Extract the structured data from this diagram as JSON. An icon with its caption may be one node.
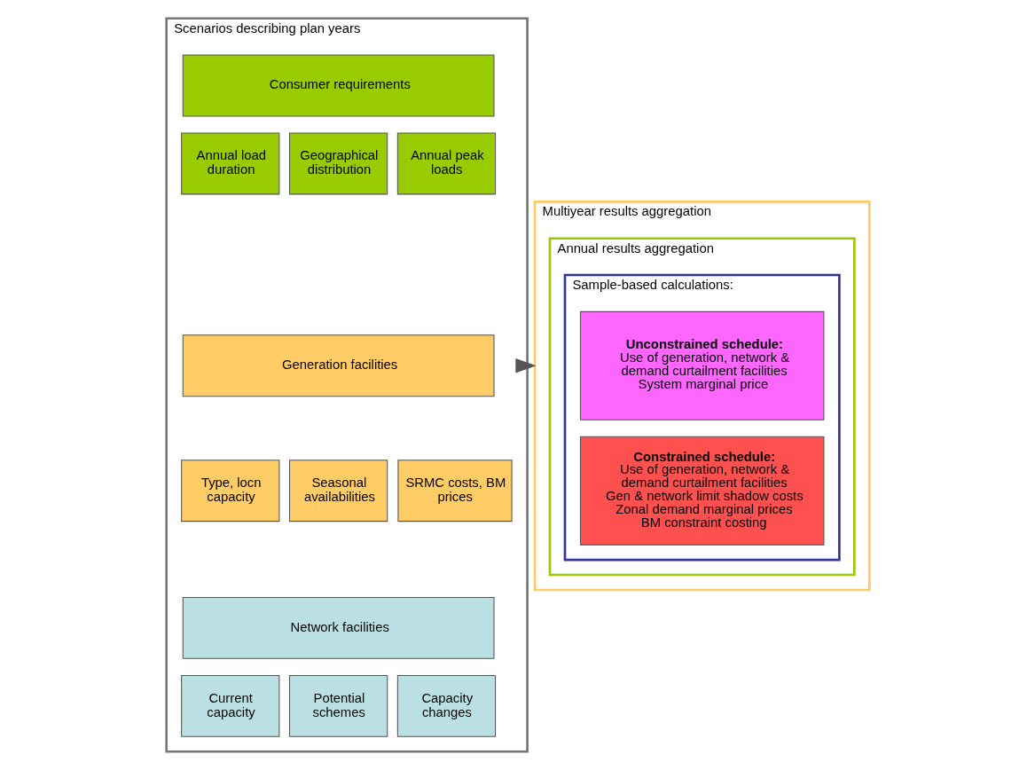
{
  "diagram": {
    "nodes": [
      {
        "text": [
          "Scenarios describing plan years"
        ]
      },
      {
        "text": [
          "Consumer requirements"
        ],
        "in": 0
      },
      {
        "text": [
          "Annual load duration"
        ],
        "in": 0
      },
      {
        "text": [
          "Geographical distribution"
        ],
        "in": 0
      },
      {
        "text": [
          "Annual peak loads"
        ],
        "in": 0
      },
      {
        "text": [
          "Generation facilities"
        ],
        "in": 0
      },
      {
        "text": [
          "Type, locn capacity"
        ],
        "in": 0
      },
      {
        "text": [
          "Seasonal availabilities"
        ],
        "in": 0
      },
      {
        "text": [
          "SRMC costs, BM prices"
        ],
        "in": 0
      },
      {
        "text": [
          "Network facilities"
        ],
        "in": 0
      },
      {
        "text": [
          "Current capacity"
        ],
        "in": 0
      },
      {
        "text": [
          "Potential schemes"
        ],
        "in": 0
      },
      {
        "text": [
          "Capacity changes"
        ],
        "in": 0
      },
      {
        "text": [
          "Multiyear results aggregation"
        ]
      },
      {
        "text": [
          "Annual results aggregation"
        ],
        "in": 13
      },
      {
        "text": [
          "Sample-based calculations:"
        ],
        "in": 14
      },
      {
        "text": [
          "**Unconstrained schedule**:",
          "Use of generation, network & demand curtailment facilities",
          "System marginal price"
        ],
        "in": 15
      },
      {
        "text": [
          "**Constrained schedule**:",
          "Use of generation, network & demand curtailment facilities",
          "Gen & network limit shadow costs",
          "Zonal demand marginal prices",
          "BM constraint costing"
        ],
        "in": 15
      }
    ],
    "edges": [
      {
        "from": 0,
        "to": 13,
        "arrow": "to"
      }
    ]
  }
}
